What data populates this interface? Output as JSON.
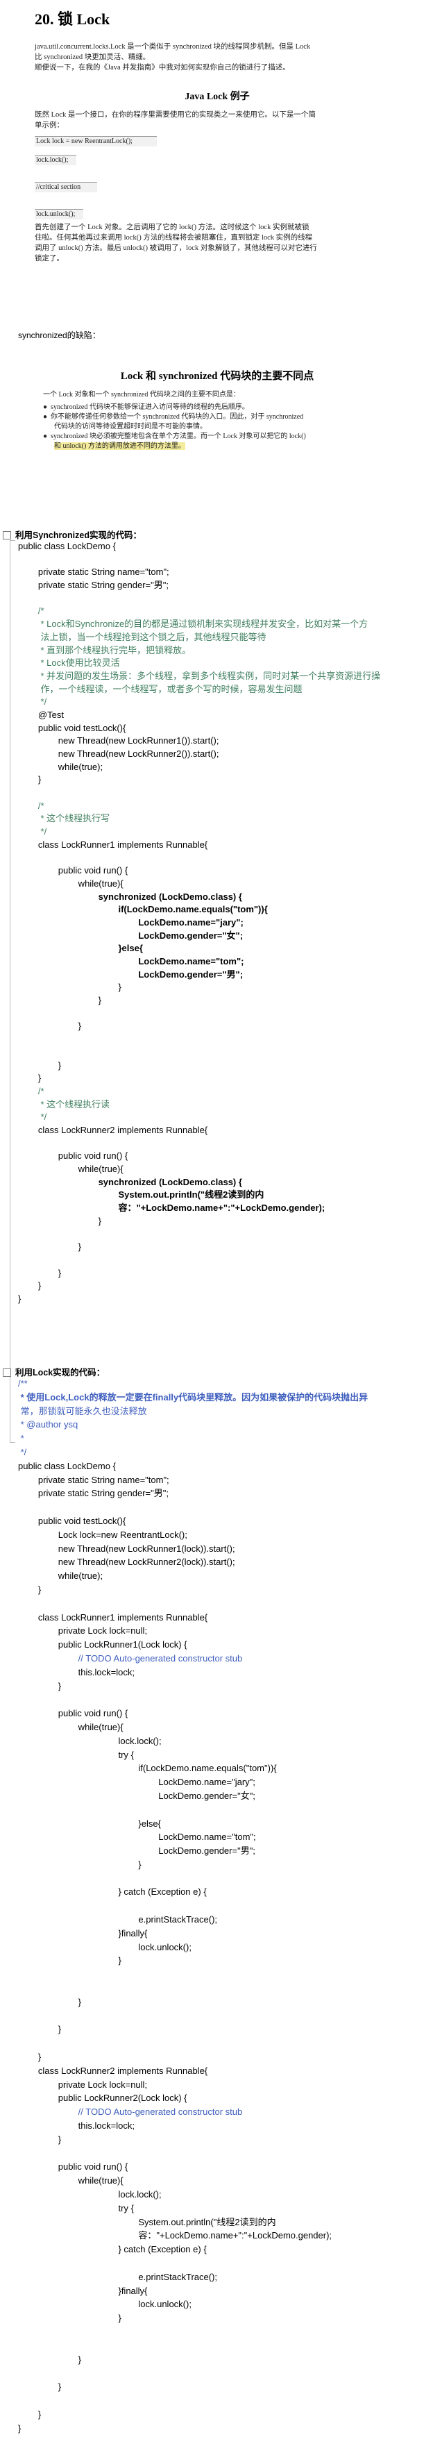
{
  "section1": {
    "title": "20.  锁  Lock",
    "intro": [
      "java.util.concurrent.locks.Lock  是一个类似于  synchronized  块的线程同步机制。但是  Lock",
      "比  synchronized  块更加灵活、精细。",
      "顺便说一下，在我的《Java  并发指南》中我对如何实现你自己的锁进行了描述。"
    ],
    "subtitle": "Java Lock  例子",
    "desc": [
      "既然  Lock  是一个接口，在你的程序里需要使用它的实现类之一来使用它。以下是一个简",
      "单示例："
    ],
    "code_box": [
      "Lock lock = new ReentrantLock();",
      "lock.lock();",
      "//critical section",
      "lock.unlock();"
    ],
    "after": [
      "首先创建了一个  Lock  对象。之后调用了它的  lock()  方法。这时候这个  lock  实例就被锁",
      "住啦。任何其他再过来调用  lock()  方法的线程将会被阻塞住，直到锁定  lock  实例的线程",
      "调用了  unlock()  方法。最后  unlock()  被调用了，lock  对象解锁了，其他线程可以对它进行",
      "锁定了。"
    ]
  },
  "drawback_label": "synchronized的缺陷：",
  "section2": {
    "title": "Lock  和  synchronized  代码块的主要不同点",
    "lead": "一个  Lock  对象和一个  synchronized  代码块之间的主要不同点是：",
    "bullets": [
      "synchronized  代码块不能够保证进入访问等待的线程的先后顺序。",
      "你不能够传递任何参数给一个  synchronized  代码块的入口。因此，对于  synchronized",
      "代码块的访问等待设置超时时间是不可能的事情。",
      "synchronized  块必须被完整地包含在单个方法里。而一个  Lock  对象可以把它的  lock()",
      "和  unlock()  方法的调用放进不同的方法里。"
    ]
  },
  "sync_section": {
    "heading": "利用Synchronized实现的代码：",
    "lines": [
      "public class LockDemo {",
      "",
      "        private static String name=\"tom\";",
      "        private static String gender=\"男\";",
      "",
      "        /*",
      "         * Lock和Synchronize的目的都是通过锁机制来实现线程并发安全，比如对某一个方",
      "         法上锁，当一个线程抢到这个锁之后，其他线程只能等待",
      "         * 直到那个线程执行完毕，把锁释放。",
      "         * Lock使用比较灵活",
      "         * 并发问题的发生场景：多个线程，拿到多个线程实例，同时对某一个共享资源进行操",
      "         作，一个线程读，一个线程写，或者多个写的时候，容易发生问题",
      "         */",
      "        @Test",
      "        public void testLock(){",
      "                new Thread(new LockRunner1()).start();",
      "                new Thread(new LockRunner2()).start();",
      "                while(true);",
      "        }",
      "",
      "        /*",
      "         * 这个线程执行写",
      "         */",
      "        class LockRunner1 implements Runnable{",
      "",
      "                public void run() {",
      "                        while(true){",
      "                                synchronized (LockDemo.class) {",
      "                                        if(LockDemo.name.equals(\"tom\")){",
      "                                                LockDemo.name=\"jary\";",
      "                                                LockDemo.gender=\"女\";",
      "                                        }else{",
      "                                                LockDemo.name=\"tom\";",
      "                                                LockDemo.gender=\"男\";",
      "                                        }",
      "                                }",
      "",
      "                        }",
      "",
      "",
      "                }",
      "        }",
      "        /*",
      "         * 这个线程执行读",
      "         */",
      "        class LockRunner2 implements Runnable{",
      "",
      "                public void run() {",
      "                        while(true){",
      "                                synchronized (LockDemo.class) {",
      "                                        System.out.println(\"线程2读到的内",
      "                                        容：\"+LockDemo.name+\":\"+LockDemo.gender);",
      "                                }",
      "",
      "                        }",
      "",
      "                }",
      "        }",
      "}"
    ]
  },
  "lock_section": {
    "heading": "利用Lock实现的代码：",
    "lines": [
      "/**",
      " * 使用Lock,Lock的释放一定要在finally代码块里释放。因为如果被保护的代码块抛出异",
      " 常，那锁就可能永久也没法释放",
      " * @author ysq",
      " *",
      " */",
      "public class LockDemo {",
      "        private static String name=\"tom\";",
      "        private static String gender=\"男\";",
      "",
      "        public void testLock(){",
      "                Lock lock=new ReentrantLock();",
      "                new Thread(new LockRunner1(lock)).start();",
      "                new Thread(new LockRunner2(lock)).start();",
      "                while(true);",
      "        }",
      "",
      "        class LockRunner1 implements Runnable{",
      "                private Lock lock=null;",
      "                public LockRunner1(Lock lock) {",
      "                        // TODO Auto-generated constructor stub",
      "                        this.lock=lock;",
      "                }",
      "",
      "                public void run() {",
      "                        while(true){",
      "                                        lock.lock();",
      "                                        try {",
      "                                                if(LockDemo.name.equals(\"tom\")){",
      "                                                        LockDemo.name=\"jary\";",
      "                                                        LockDemo.gender=\"女\";",
      "",
      "                                                }else{",
      "                                                        LockDemo.name=\"tom\";",
      "                                                        LockDemo.gender=\"男\";",
      "                                                }",
      "",
      "                                        } catch (Exception e) {",
      "",
      "                                                e.printStackTrace();",
      "                                        }finally{",
      "                                                lock.unlock();",
      "                                        }",
      "",
      "",
      "                        }",
      "",
      "                }",
      "",
      "        }",
      "        class LockRunner2 implements Runnable{",
      "                private Lock lock=null;",
      "                public LockRunner2(Lock lock) {",
      "                        // TODO Auto-generated constructor stub",
      "                        this.lock=lock;",
      "                }",
      "",
      "                public void run() {",
      "                        while(true){",
      "                                        lock.lock();",
      "                                        try {",
      "                                                System.out.println(\"线程2读到的内",
      "                                                容：\"+LockDemo.name+\":\"+LockDemo.gender);",
      "                                        } catch (Exception e) {",
      "",
      "                                                e.printStackTrace();",
      "                                        }finally{",
      "                                                lock.unlock();",
      "                                        }",
      "",
      "",
      "                        }",
      "",
      "                }",
      "",
      "        }",
      "}"
    ]
  },
  "colors": {
    "comment": "#3f7f5f",
    "javadoc": "#3f5fbf",
    "highlight": "#f4ec9c"
  }
}
